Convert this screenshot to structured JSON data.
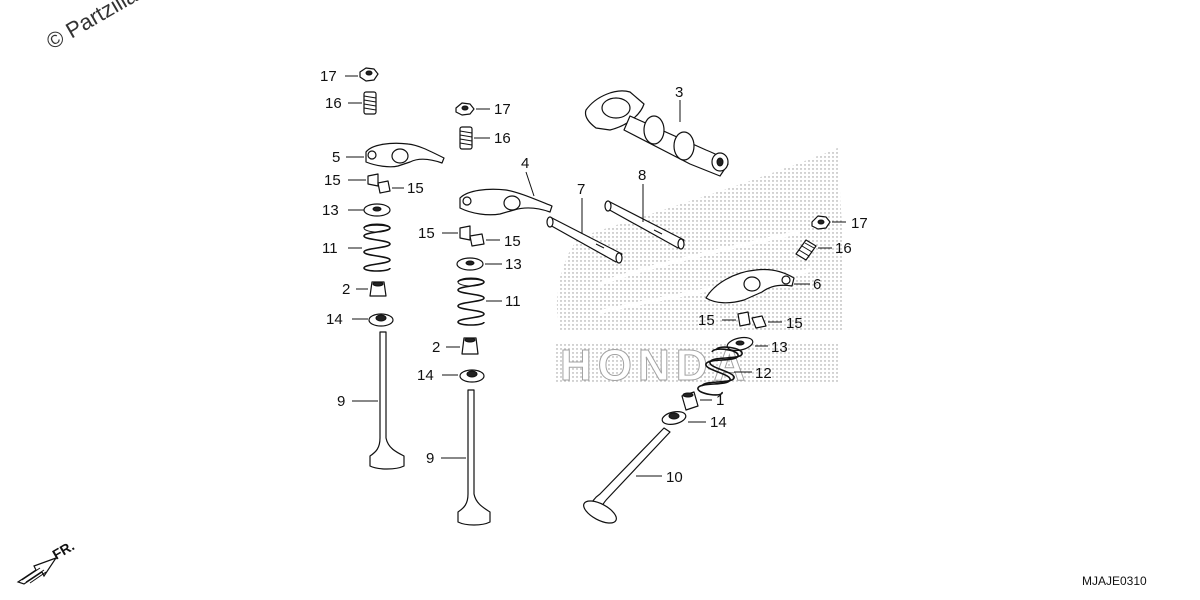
{
  "watermark": "© Partzilla",
  "diagram_code": "MJAJE0310",
  "direction_label": "FR.",
  "brand_text": "HONDA",
  "callouts": {
    "p17a": "17",
    "p16a": "16",
    "p5": "5",
    "p15a": "15",
    "p15b": "15",
    "p13a": "13",
    "p11a": "11",
    "p2a": "2",
    "p14a": "14",
    "p9a": "9",
    "p17b": "17",
    "p16b": "16",
    "p4": "4",
    "p15c": "15",
    "p15d": "15",
    "p13b": "13",
    "p11b": "11",
    "p2b": "2",
    "p14b": "14",
    "p9b": "9",
    "p3": "3",
    "p7": "7",
    "p8": "8",
    "p17c": "17",
    "p16c": "16",
    "p6": "6",
    "p15e": "15",
    "p15f": "15",
    "p13c": "13",
    "p12": "12",
    "p1": "1",
    "p14c": "14",
    "p10": "10"
  }
}
